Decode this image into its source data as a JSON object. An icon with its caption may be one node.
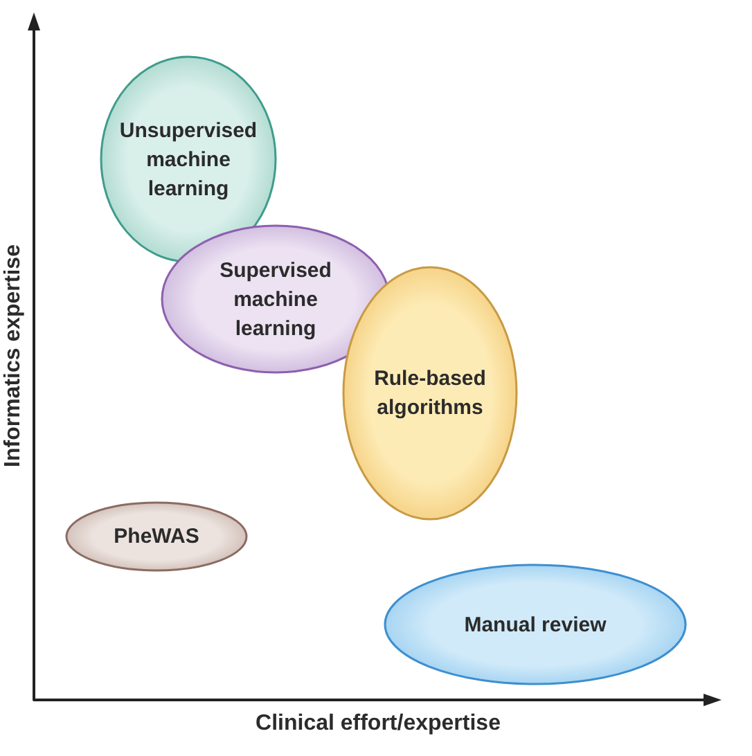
{
  "diagram": {
    "nodes": [
      {
        "text": [
          "Unsupervised machine learning"
        ]
      },
      {
        "text": [
          "Supervised machine learning"
        ]
      },
      {
        "text": [
          "Rule-based algorithms"
        ]
      },
      {
        "text": [
          "PheWAS"
        ]
      },
      {
        "text": [
          "Manual review"
        ]
      }
    ],
    "labels": [
      "Informatics expertise",
      "Clinical effort/expertise"
    ]
  }
}
